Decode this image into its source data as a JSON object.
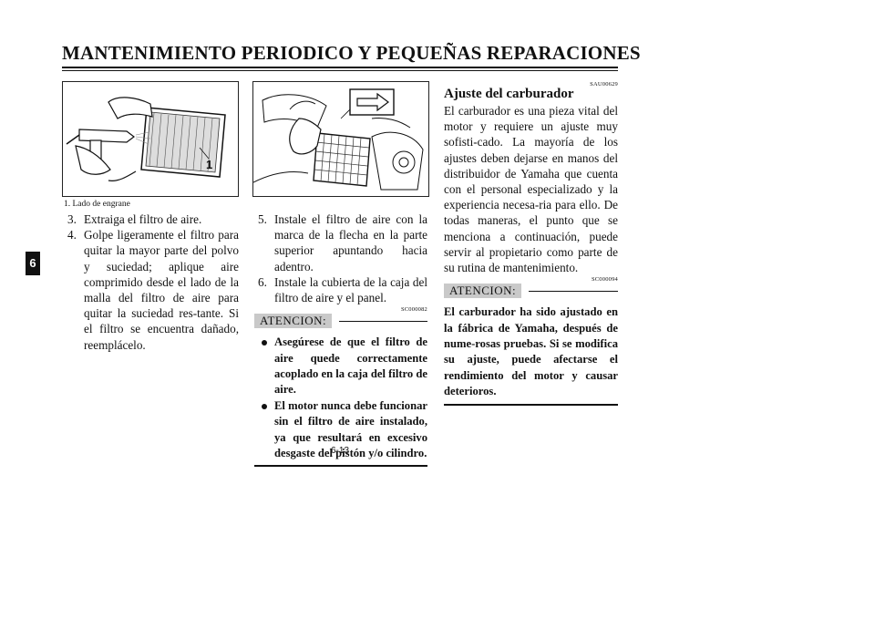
{
  "header": {
    "title": "MANTENIMIENTO PERIODICO Y PEQUEÑAS REPARACIONES"
  },
  "side_tab": "6",
  "figure1": {
    "callout": "1",
    "caption": "1.   Lado de engrane"
  },
  "col1": {
    "steps": [
      {
        "num": "3.",
        "text": "Extraiga el filtro de aire."
      },
      {
        "num": "4.",
        "text": "Golpe ligeramente el filtro para quitar la mayor parte del polvo y suciedad; aplique aire comprimido desde el lado de la malla del filtro de aire para quitar la suciedad res-tante. Si el filtro se encuentra dañado, reemplácelo."
      }
    ]
  },
  "col2": {
    "steps": [
      {
        "num": "5.",
        "text": "Instale el filtro de aire con la marca de la flecha en la parte superior apuntando hacia adentro."
      },
      {
        "num": "6.",
        "text": "Instale la cubierta de la caja del filtro de aire y el panel."
      }
    ],
    "code": "SC000082",
    "attention_label": "ATENCION:",
    "bullets": [
      "Asegúrese de que el filtro de aire quede correctamente acoplado en la caja del filtro de aire.",
      "El motor nunca debe funcionar sin el filtro de aire instalado, ya que resultará en excesivo desgaste del pistón y/o cilindro."
    ]
  },
  "col3": {
    "code": "SAU00629",
    "heading": "Ajuste del carburador",
    "paragraph": "El carburador es una pieza vital del motor y requiere un ajuste muy sofisti-cado. La mayoría de los ajustes deben dejarse en manos del distribuidor de Yamaha que cuenta con el personal especializado y la experiencia necesa-ria para ello. De todas maneras, el punto que se menciona a continuación, puede servir al propietario como parte de su rutina de mantenimiento.",
    "code2": "SC000094",
    "attention_label": "ATENCION:",
    "warning": "El carburador ha sido ajustado en la fábrica de Yamaha, después de nume-rosas pruebas. Si se modifica su ajuste, puede afectarse el rendimiento del motor y causar deterioros."
  },
  "footer": {
    "page_number": "6-13"
  }
}
